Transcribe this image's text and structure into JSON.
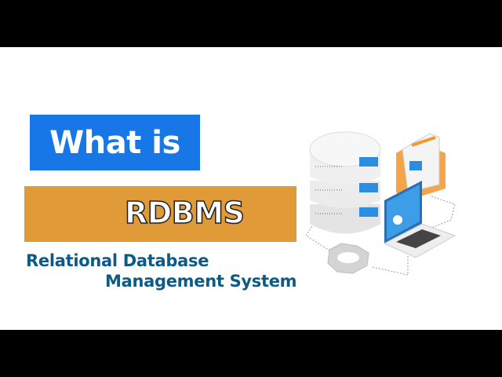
{
  "headline": "What is",
  "title": "RDBMS",
  "subtitle_line1": "Relational Database",
  "subtitle_line2": "Management System",
  "colors": {
    "blue": "#1877e6",
    "orange": "#e09a38",
    "text": "#0e5a86"
  },
  "illustration_icons": [
    "database-icon",
    "folder-icon",
    "laptop-icon",
    "gear-icon"
  ]
}
